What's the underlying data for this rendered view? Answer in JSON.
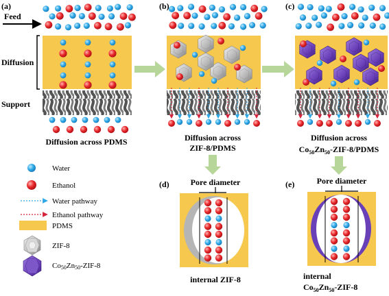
{
  "colors": {
    "water": "#2ea8e6",
    "ethanol": "#e8262a",
    "pdms": "#f6c84d",
    "zif8": "#b3b3b3",
    "cozn": "#6a40b8",
    "arrow_green": "#b7d69a",
    "water_path": "#2ea8e6",
    "ethanol_path": "#d4233a"
  },
  "labels": {
    "a": "(a)",
    "b": "(b)",
    "c": "(c)",
    "d": "(d)",
    "e": "(e)",
    "feed": "Feed",
    "diffusion": "Diffusion",
    "support": "Support",
    "caption_a": "Diffusion across PDMS",
    "caption_b_line1": "Diffusion across",
    "caption_b_line2": "ZIF-8/PDMS",
    "caption_c_line1": "Diffusion across",
    "caption_c_line2_co": "Co",
    "caption_c_line2_sub1": "50",
    "caption_c_line2_zn": "Zn",
    "caption_c_line2_sub2": "50",
    "caption_c_line2_rest": "-ZIF-8/PDMS",
    "pore_diameter": "Pore diameter",
    "caption_d": "internal ZIF-8",
    "caption_e_line1": "internal",
    "caption_e_line2_co": "Co",
    "caption_e_line2_sub1": "50",
    "caption_e_line2_zn": "Zn",
    "caption_e_line2_sub2": "50",
    "caption_e_line2_rest": "-ZIF-8"
  },
  "legend": {
    "water": "Water",
    "ethanol": "Ethanol",
    "water_pathway": "Water pathway",
    "ethanol_pathway": "Ethanol pathway",
    "pdms": "PDMS",
    "zif8": "ZIF-8",
    "cozn_co": "Co",
    "cozn_sub1": "50",
    "cozn_zn": "Zn",
    "cozn_sub2": "50",
    "cozn_rest": "-ZIF-8"
  }
}
